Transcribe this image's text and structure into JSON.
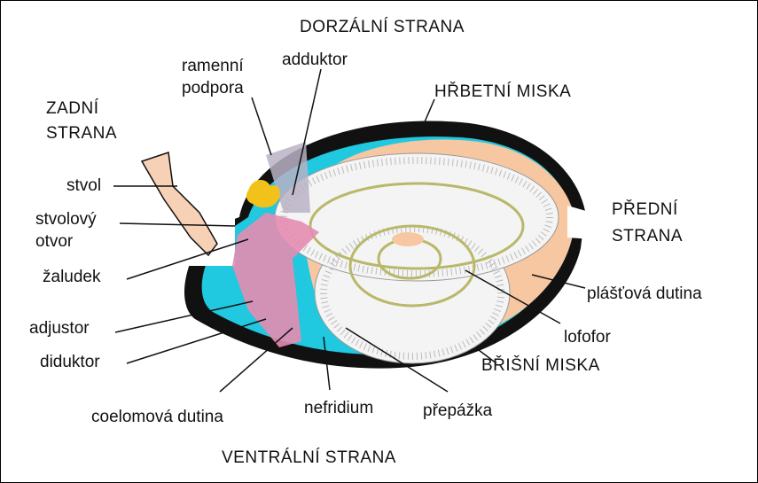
{
  "diagram": {
    "sides": {
      "dorsal": "DORZÁLNÍ STRANA",
      "ventral": "VENTRÁLNÍ STRANA",
      "posterior_line1": "ZADNÍ",
      "posterior_line2": "STRANA",
      "anterior_line1": "PŘEDNÍ",
      "anterior_line2": "STRANA"
    },
    "labels": {
      "shoulder_support_line1": "ramenní",
      "shoulder_support_line2": "podpora",
      "adductor": "adduktor",
      "dorsal_valve": "HŘBETNÍ MISKA",
      "stalk": "stvol",
      "stalk_opening_line1": "stvolový",
      "stalk_opening_line2": "otvor",
      "stomach": "žaludek",
      "adjustor": "adjustor",
      "diductor": "diduktor",
      "coelom": "coelomová dutina",
      "nephridium": "nefridium",
      "septum": "přepážka",
      "ventral_valve": "BŘIŠNÍ MISKA",
      "lophophore": "lofofor",
      "mantle_cavity": "plášťová dutina"
    },
    "colors": {
      "shell": "#111111",
      "coelom": "#20c8e0",
      "mantle": "#f6c7a0",
      "lophophore": "#f4f4f4",
      "muscle": "#e48cb0",
      "stalk": "#f7d1b5",
      "gonad": "#f2c21a"
    }
  }
}
